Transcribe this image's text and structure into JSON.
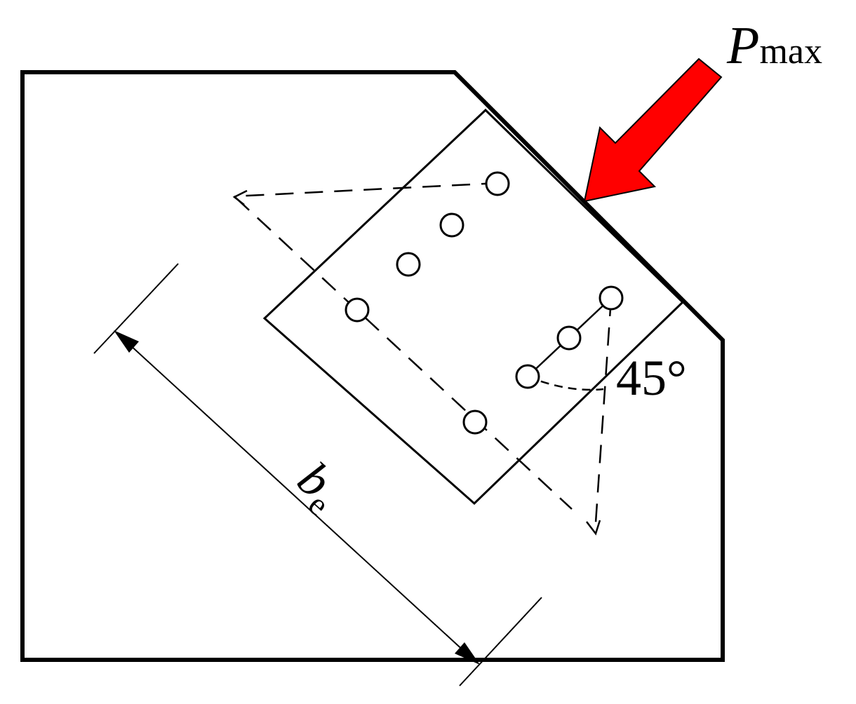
{
  "labels": {
    "load_symbol": "P",
    "load_subscript": "max",
    "width_symbol": "b",
    "width_subscript": "e",
    "angle": "45°"
  },
  "colors": {
    "load_arrow": "#ff0000",
    "lines": "#000000"
  }
}
